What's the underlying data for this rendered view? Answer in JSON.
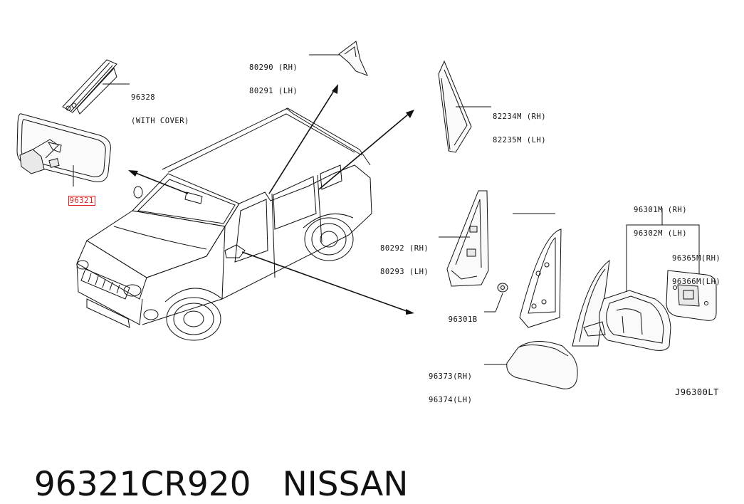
{
  "footer": {
    "part_number": "96321CR920",
    "brand": "NISSAN"
  },
  "diagram_code": "J96300LT",
  "callouts": {
    "inner_mirror": "96321",
    "mirror_cover": {
      "line1": "96328",
      "line2": "(WITH COVER)"
    },
    "finisher_80290": {
      "line1": "80290 (RH)",
      "line2": "80291 (LH)"
    },
    "sash_82234": {
      "line1": "82234M (RH)",
      "line2": "82235M (LH)"
    },
    "finisher_80292": {
      "line1": "80292 (RH)",
      "line2": "80293 (LH)"
    },
    "door_mirror": {
      "line1": "96301M (RH)",
      "line2": "96302M (LH)"
    },
    "mirror_glass": {
      "line1": "96365M(RH)",
      "line2": "96366M(LH)"
    },
    "nut": "96301B",
    "skull_cap": {
      "line1": "96373(RH)",
      "line2": "96374(LH)"
    }
  },
  "colors": {
    "highlight": "#e0201e",
    "line": "#111111"
  }
}
